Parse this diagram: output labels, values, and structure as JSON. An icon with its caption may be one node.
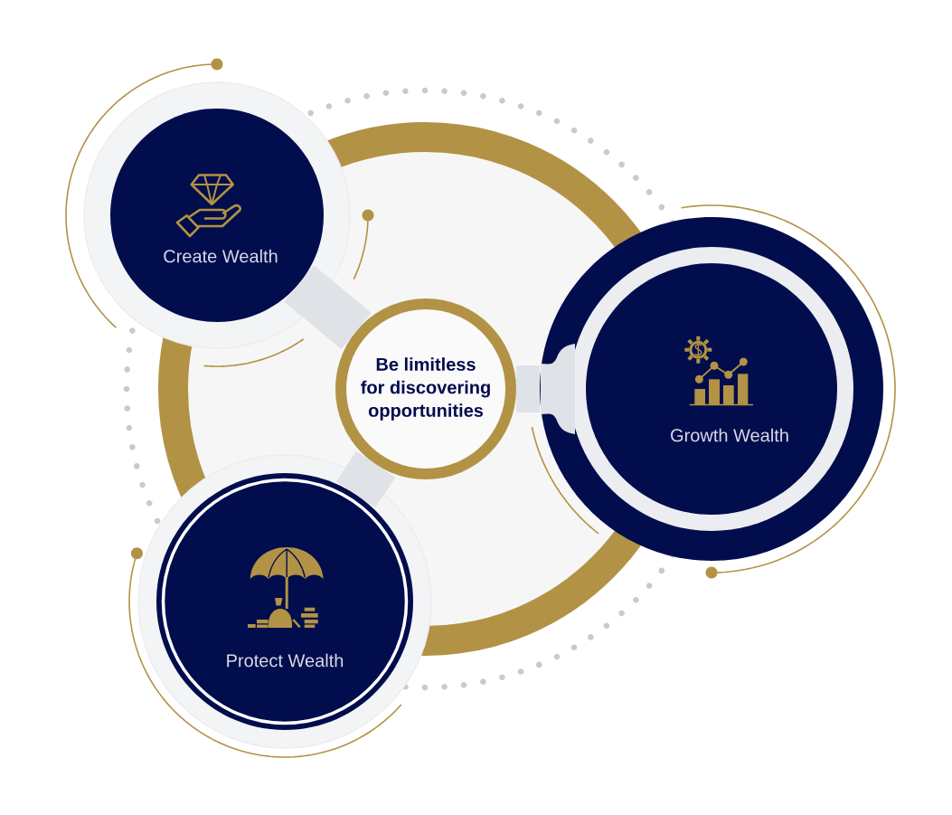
{
  "diagram": {
    "nodes": [
      {
        "text": [
          "Create Wealth"
        ]
      },
      {
        "text": [
          "Be limitless for discovering opportunities"
        ]
      },
      {
        "text": [
          "Growth Wealth"
        ]
      },
      {
        "text": [
          "Protect Wealth"
        ]
      }
    ],
    "edges": [
      {
        "from": 1,
        "to": 0,
        "arrow": "none"
      },
      {
        "from": 1,
        "to": 2,
        "arrow": "none"
      },
      {
        "from": 1,
        "to": 3,
        "arrow": "none"
      }
    ]
  }
}
